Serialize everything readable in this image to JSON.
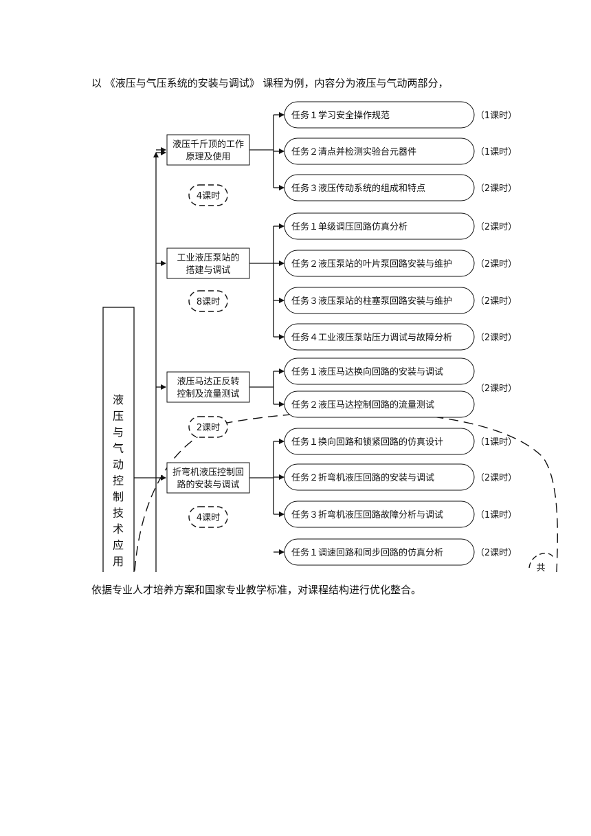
{
  "intro_text": "以 《液压与气压系统的安装与调试》 课程为例，内容分为液压与气动两部分，",
  "closing_text": "依据专业人才培养方案和国家专业教学标准，对课程结构进行优化整合。",
  "diagram": {
    "root_label": "液压与气动控制技术应用",
    "modules": [
      {
        "label_lines": [
          "液压千斤顶的工作",
          "原理及使用"
        ],
        "hours": "4课时",
        "tasks": [
          {
            "label": "任务１学习安全操作规范",
            "hours": "（1课时）"
          },
          {
            "label": "任务２清点并检测实验台元器件",
            "hours": "（1课时）"
          },
          {
            "label": "任务３液压传动系统的组成和特点",
            "hours": "（2课时）"
          }
        ]
      },
      {
        "label_lines": [
          "工业液压泵站的",
          "搭建与调试"
        ],
        "hours": "8课时",
        "tasks": [
          {
            "label": "任务１单级调压回路仿真分析",
            "hours": "（2课时）"
          },
          {
            "label": "任务２液压泵站的叶片泵回路安装与维护",
            "hours": "（2课时）"
          },
          {
            "label": "任务３液压泵站的柱塞泵回路安装与维护",
            "hours": "（2课时）"
          },
          {
            "label": "任务４工业液压泵站压力调试与故障分析",
            "hours": "（2课时）"
          }
        ]
      },
      {
        "label_lines": [
          "液压马达正反转",
          "控制及流量测试"
        ],
        "hours": "2课时",
        "tasks": [
          {
            "label": "任务１液压马达换向回路的安装与调试",
            "hours": ""
          },
          {
            "label": "任务２液压马达控制回路的流量测试",
            "hours": ""
          }
        ],
        "shared_hours": "（2课时）"
      },
      {
        "label_lines": [
          "折弯机液压控制回",
          "路的安装与调试"
        ],
        "hours": "4课时",
        "tasks": [
          {
            "label": "任务１换向回路和锁紧回路的仿真设计",
            "hours": "（1课时）"
          },
          {
            "label": "任务２折弯机液压回路的安装与调试",
            "hours": "（2课时）"
          },
          {
            "label": "任务３折弯机液压回路故障分析与调试",
            "hours": "（1课时）"
          }
        ]
      },
      {
        "label_lines": [],
        "hours": "",
        "tasks": [
          {
            "label": "任务１调速回路和同步回路的仿真分析",
            "hours": "（2课时）"
          }
        ]
      }
    ],
    "side_note": "共"
  }
}
